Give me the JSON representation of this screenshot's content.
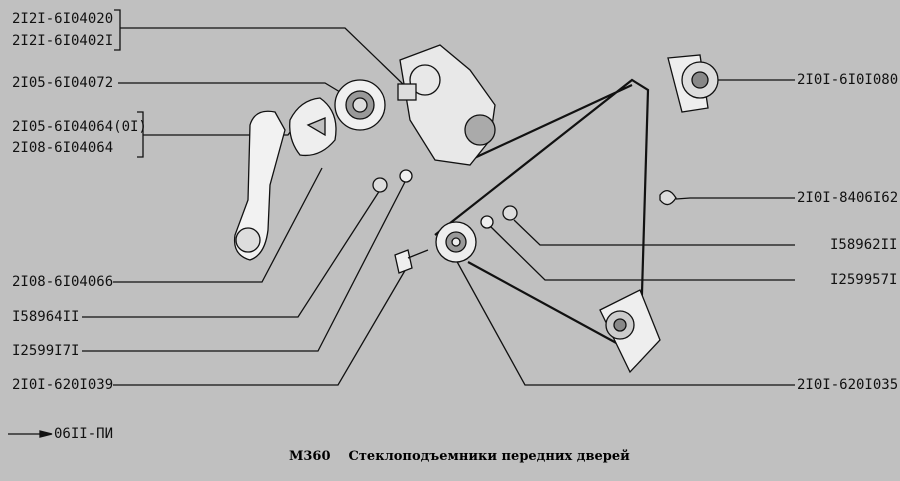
{
  "title": {
    "code": "M360",
    "text": "Стеклоподъемники передних дверей"
  },
  "reference": "06II-ПИ",
  "left_labels": {
    "mechanism_a": "2I2I-6I04020",
    "mechanism_b": "2I2I-6I0402I",
    "seal": "2I05-6I04072",
    "spacer_a": "2I05-6I04064(0I)",
    "spacer_b": "2I08-6I04064",
    "handle": "2I08-6I04066",
    "nut": "I58964II",
    "washer": "I2599I7I",
    "bolt": "2I0I-620I039"
  },
  "right_labels": {
    "upper_roller": "2I0I-6I0I080",
    "clip": "2I0I-8406I62",
    "nut": "I58962II",
    "washer": "I259957I",
    "pulley": "2I0I-620I035"
  }
}
